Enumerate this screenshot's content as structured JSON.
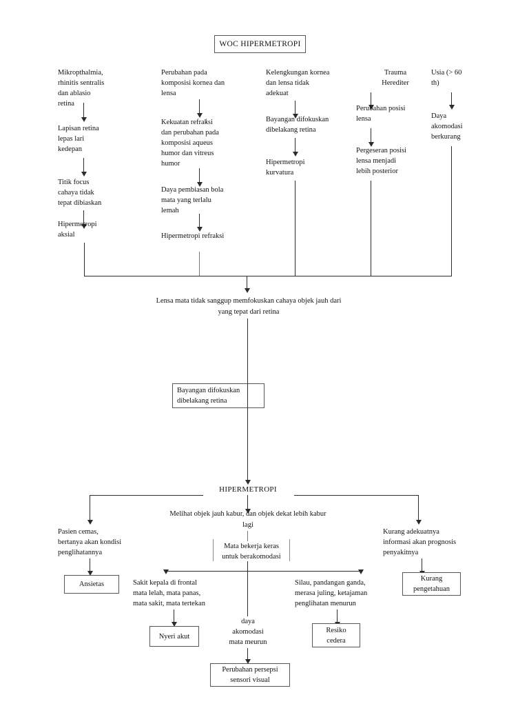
{
  "document": {
    "title": "WOC HIPERMETROPI",
    "type": "flowchart"
  },
  "chart_data": {
    "type": "diagram",
    "title": "WOC HIPERMETROPI",
    "etiology_columns": [
      {
        "name": "column-1-aksial",
        "steps": [
          "Mikropthalmia,\nrhinitis sentralis\ndan ablasio\nretina",
          "Lapisan retina\nlepas lari\nkedepan",
          "Titik focus\ncahaya tidak\ntepat dibiaskan",
          "Hipermetropi\naksial"
        ]
      },
      {
        "name": "column-2-refraksi",
        "steps": [
          "Perubahan pada\nkomposisi kornea dan\nlensa",
          "Kekuatan refraksi\ndan perubahan pada\nkomposisi aqueus\nhumor dan vitreus\nhumor",
          "Daya pembiasan bola\nmata yang  terlalu\nlemah",
          "Hipermetropi refraksi"
        ]
      },
      {
        "name": "column-3-kurvatura",
        "steps": [
          "Kelengkungan kornea\ndan lensa tidak\nadekuat",
          "Bayangan difokuskan\ndibelakang retina",
          "Hipermetropi\nkurvatura"
        ]
      },
      {
        "name": "column-4-trauma",
        "steps": [
          "Trauma\nHerediter",
          "Perubahan posisi\nlensa",
          "Pergeseran posisi\nlensa menjadi\nlebih posterior"
        ]
      },
      {
        "name": "column-5-usia",
        "steps": [
          "Usia (> 60\nth)",
          "Daya\nakomodasi\nberkurang"
        ]
      }
    ],
    "merge_text": "Lensa mata tidak sanggup memfokuskan cahaya objek jauh dari\nyang tepat dari retina",
    "mid_box": "Bayangan difokuskan\ndibelakang retina",
    "main_label": "HIPERMETROPI",
    "main_symptom": "Melihat objek jauh kabur, dan objek dekat lebih kabur\nlagi",
    "branches": [
      {
        "name": "branch-anxiety",
        "cause": "Pasien cemas,\nbertanya akan kondisi\npenglihatannya",
        "diagnosis": "Ansietas"
      },
      {
        "name": "branch-accommodation",
        "cause": "Mata bekerja keras\nuntuk berakomodasi",
        "diagnosis": null
      },
      {
        "name": "branch-pain",
        "cause": "Sakit kepala di frontal\nmata lelah, mata panas,\nmata sakit, mata tertekan",
        "diagnosis": "Nyeri akut"
      },
      {
        "name": "branch-perception",
        "cause": "daya\nakomodasi\nmata meurun",
        "diagnosis": "Perubahan persepsi\nsensori visual"
      },
      {
        "name": "branch-injury-risk",
        "cause": "Silau, pandangan ganda,\nmerasa juling, ketajaman\npenglihatan menurun",
        "diagnosis": "Resiko\ncedera"
      },
      {
        "name": "branch-knowledge",
        "cause": "Kurang adekuatnya\ninformasi akan prognosis\npenyakitnya",
        "diagnosis": "Kurang\npengetahuan"
      }
    ],
    "colors": {
      "background": "#ffffff",
      "text": "#111111",
      "line": "#2b2b2b",
      "box_border": "#555555"
    }
  }
}
